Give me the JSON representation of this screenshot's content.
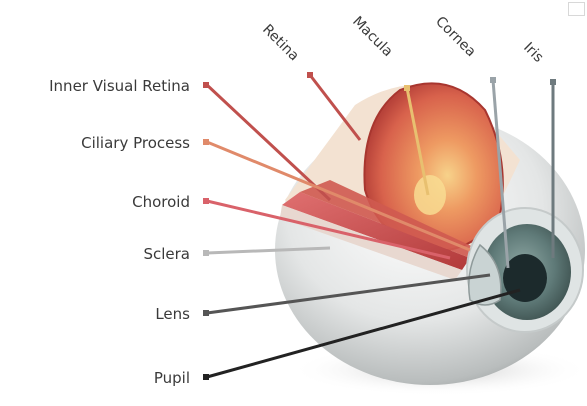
{
  "labels_left": [
    {
      "id": "inner-visual-retina",
      "text": "Inner Visual Retina",
      "marker_color": "#c0504d"
    },
    {
      "id": "ciliary-process",
      "text": "Ciliary Process",
      "marker_color": "#e08a6a"
    },
    {
      "id": "choroid",
      "text": "Choroid",
      "marker_color": "#d9626a"
    },
    {
      "id": "sclera",
      "text": "Sclera",
      "marker_color": "#b8b8b8"
    },
    {
      "id": "lens",
      "text": "Lens",
      "marker_color": "#555555"
    },
    {
      "id": "pupil",
      "text": "Pupil",
      "marker_color": "#222222"
    }
  ],
  "labels_top": [
    {
      "id": "retina",
      "text": "Retina",
      "marker_color": "#c0504d"
    },
    {
      "id": "macula",
      "text": "Macula",
      "marker_color": "#e8c070"
    },
    {
      "id": "cornea",
      "text": "Cornea",
      "marker_color": "#9aa3a8"
    },
    {
      "id": "iris",
      "text": "Iris",
      "marker_color": "#6e7a7e"
    }
  ],
  "colors": {
    "sclera": "#e9eaea",
    "choroid": "#c84a4a",
    "retina": "#e58a5e",
    "iris": "#5f7a78",
    "pupil": "#1c2a2c",
    "label_text": "#3a3a3a"
  }
}
